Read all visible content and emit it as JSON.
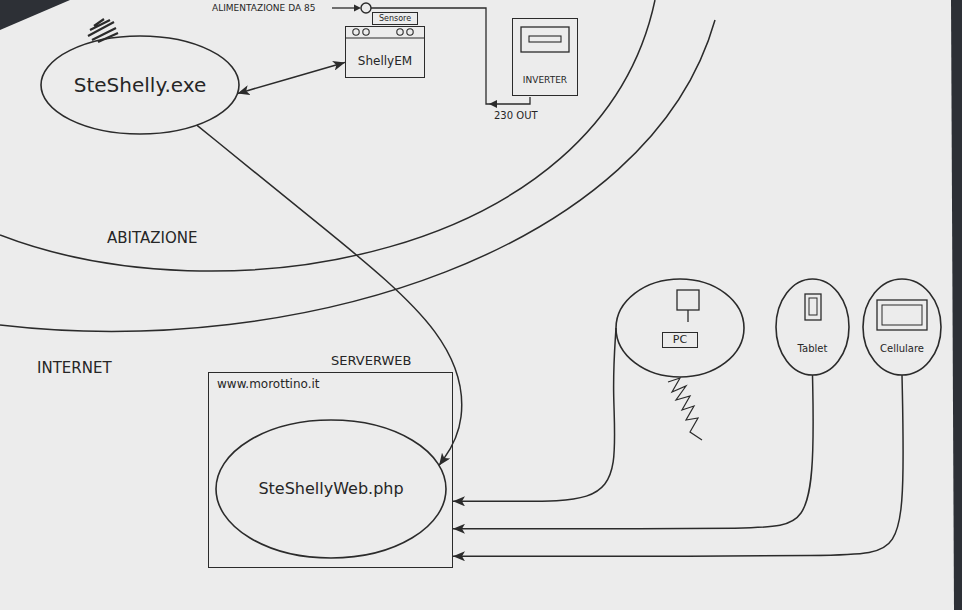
{
  "diagram": {
    "nodes": [
      {
        "text": [
          "ABITAZIONE"
        ]
      },
      {
        "text": [
          "SteShelly.exe"
        ],
        "in": 0
      },
      {
        "text": [
          "Sensore"
        ],
        "in": 0
      },
      {
        "text": [
          "ShellyEM"
        ],
        "in": 0
      },
      {
        "text": [
          "INVERTER"
        ],
        "in": 0
      },
      {
        "text": [
          "SERVERWEB",
          "www.morottino.it"
        ]
      },
      {
        "text": [
          "SteShellyWeb.php"
        ],
        "in": 5
      },
      {
        "text": [
          "PC"
        ]
      },
      {
        "text": [
          "Tablet"
        ]
      },
      {
        "text": [
          "Cellulare"
        ]
      }
    ],
    "edges": [
      {
        "from": 1,
        "to": 3,
        "arrow": "both"
      },
      {
        "from": 1,
        "to": 6,
        "arrow": "to"
      },
      {
        "from": 7,
        "to": 5,
        "arrow": "to"
      },
      {
        "from": 8,
        "to": 5,
        "arrow": "to"
      },
      {
        "from": 9,
        "to": 5,
        "arrow": "to"
      }
    ],
    "labels": [
      "ALIMENTAZIONE DA 85",
      "230 OUT",
      "INTERNET"
    ]
  }
}
